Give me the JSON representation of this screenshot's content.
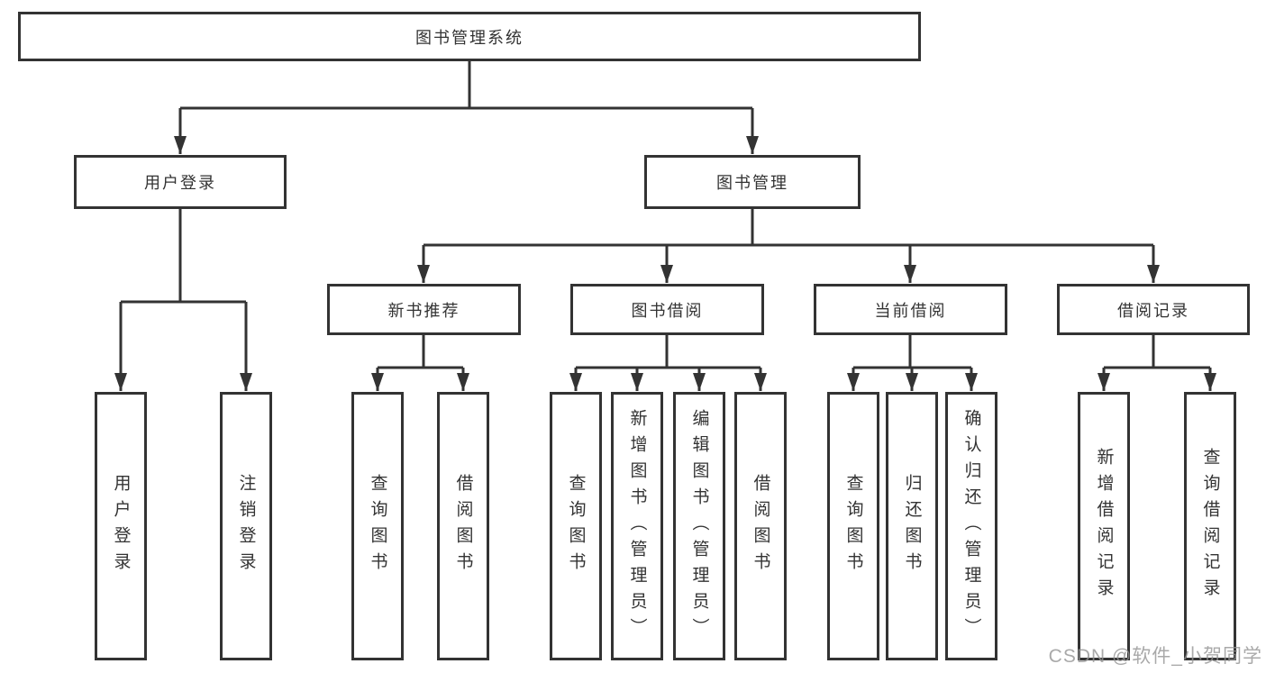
{
  "root": {
    "label": "图书管理系统"
  },
  "user_login": {
    "label": "用户登录",
    "children": [
      {
        "label": "用户登录"
      },
      {
        "label": "注销登录"
      }
    ]
  },
  "book_mgmt": {
    "label": "图书管理",
    "children": [
      {
        "label": "新书推荐",
        "children": [
          {
            "label": "查询图书"
          },
          {
            "label": "借阅图书"
          }
        ]
      },
      {
        "label": "图书借阅",
        "children": [
          {
            "label": "查询图书"
          },
          {
            "label": "新增图书（管理员）"
          },
          {
            "label": "编辑图书（管理员）"
          },
          {
            "label": "借阅图书"
          }
        ]
      },
      {
        "label": "当前借阅",
        "children": [
          {
            "label": "查询图书"
          },
          {
            "label": "归还图书"
          },
          {
            "label": "确认归还（管理员）"
          }
        ]
      },
      {
        "label": "借阅记录",
        "children": [
          {
            "label": "新增借阅记录"
          },
          {
            "label": "查询借阅记录"
          }
        ]
      }
    ]
  },
  "watermark": {
    "text": "CSDN @软件_小贺同学"
  },
  "colors": {
    "line": "#333333",
    "box_border": "#333333",
    "text": "#333333",
    "background": "#ffffff",
    "watermark": "#949494"
  }
}
